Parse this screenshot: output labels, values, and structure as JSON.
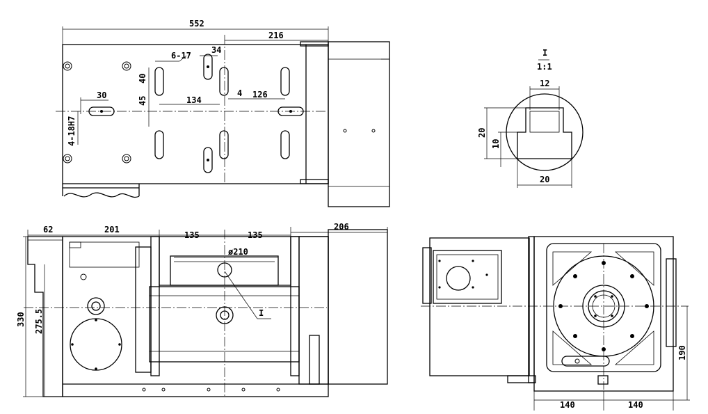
{
  "drawing": {
    "top_view": {
      "dim_overall_length": "552",
      "dim_right_section": "216",
      "dim_slot_width": "34",
      "dim_slot_spec": "6-17",
      "dim_slot_length": "40",
      "dim_slot_offset": "45",
      "dim_left_slot": "30",
      "dim_slot_134": "134",
      "dim_slot_4": "4",
      "dim_slot_126": "126",
      "dim_pin_holes": "4-18H7"
    },
    "detail_view": {
      "label": "I",
      "scale": "1:1",
      "dim_top_width": "12",
      "dim_height": "20",
      "dim_depth": "10",
      "dim_bottom_width": "20"
    },
    "front_view": {
      "dim_62": "62",
      "dim_201": "201",
      "dim_135_left": "135",
      "dim_135_right": "135",
      "dim_206": "206",
      "dim_diameter": "ø210",
      "dim_height_330": "330",
      "dim_height_275": "275.5",
      "detail_callout": "I"
    },
    "side_view": {
      "dim_140_left": "140",
      "dim_140_right": "140",
      "dim_190": "190"
    }
  }
}
